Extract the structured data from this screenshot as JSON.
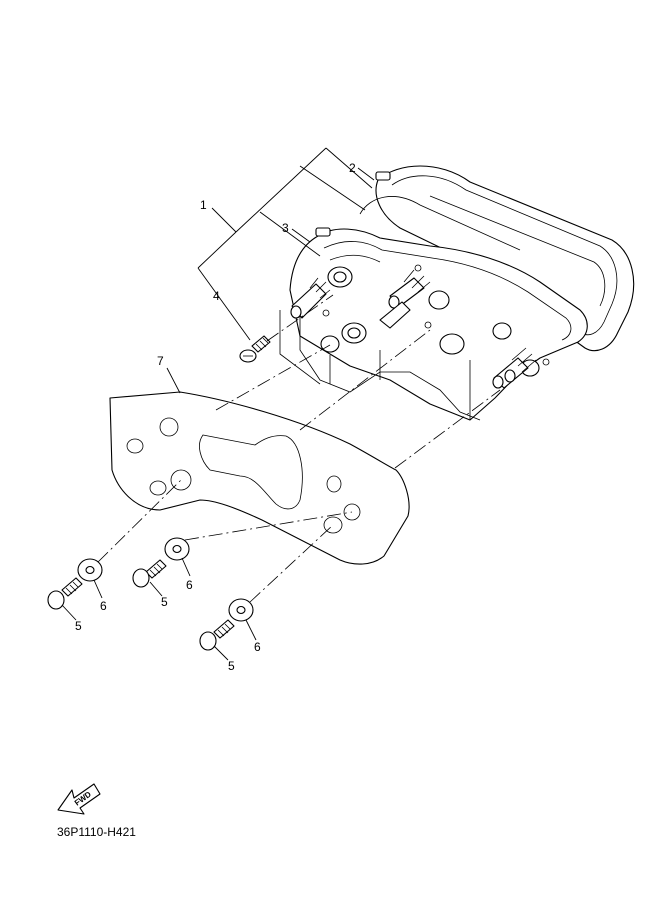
{
  "diagram": {
    "part_labels": {
      "p1": "1",
      "p2": "2",
      "p3": "3",
      "p4": "4",
      "p5a": "5",
      "p5b": "5",
      "p5c": "5",
      "p6a": "6",
      "p6b": "6",
      "p6c": "6",
      "p7": "7"
    },
    "fwd_label": "FWD",
    "code": "36P1110-H421"
  }
}
